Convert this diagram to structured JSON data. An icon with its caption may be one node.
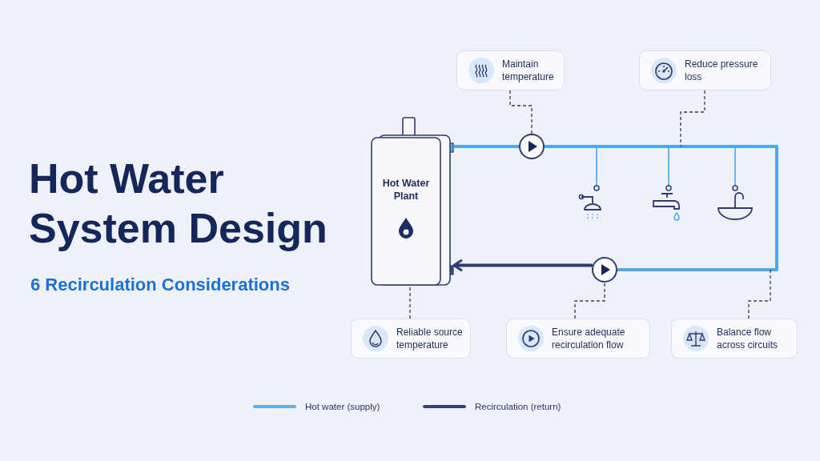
{
  "diagram": {
    "title": "Hot Water System Design",
    "nodes": [
      {
        "text": [
          "Hot Water Plant"
        ]
      },
      {
        "text": [
          "Maintain temperature"
        ]
      },
      {
        "text": [
          "Reduce pressure loss"
        ]
      },
      {
        "text": [
          "Reliable source temperature"
        ]
      },
      {
        "text": [
          "Ensure adequate recirculation flow"
        ]
      },
      {
        "text": [
          "Balance flow across circuits"
        ]
      },
      {
        "text": [],
        "shape": "circle"
      },
      {
        "text": [],
        "shape": "circle"
      },
      {
        "text": [],
        "shape": "shower"
      },
      {
        "text": [],
        "shape": "faucet"
      },
      {
        "text": [],
        "shape": "basin"
      }
    ],
    "edges": [
      {
        "from": 0,
        "to": 6,
        "arrow": "none",
        "style": "thick",
        "color": "#4da6ea"
      },
      {
        "from": 6,
        "to": 7,
        "arrow": "none",
        "style": "thick",
        "color": "#4da6ea"
      },
      {
        "from": 7,
        "to": 0,
        "arrow": "to",
        "style": "thick"
      },
      {
        "from": 1,
        "to": 6,
        "arrow": "none",
        "style": "dashed"
      },
      {
        "from": 2,
        "to": null,
        "arrow": "none",
        "style": "dashed"
      },
      {
        "from": 3,
        "to": 0,
        "arrow": "none",
        "style": "dashed"
      },
      {
        "from": 4,
        "to": 7,
        "arrow": "none",
        "style": "dashed"
      },
      {
        "from": 5,
        "to": null,
        "arrow": "none",
        "style": "dashed"
      },
      {
        "from": null,
        "to": 8,
        "arrow": "other",
        "color": "#4da6ea"
      },
      {
        "from": null,
        "to": 9,
        "arrow": "other",
        "color": "#4da6ea"
      },
      {
        "from": null,
        "to": 10,
        "arrow": "other",
        "color": "#4da6ea"
      }
    ],
    "labels": [
      "6 Recirculation Considerations"
    ],
    "legend": [
      {
        "text": "Hot water (supply)"
      },
      {
        "text": "Recirculation (return)"
      }
    ]
  }
}
